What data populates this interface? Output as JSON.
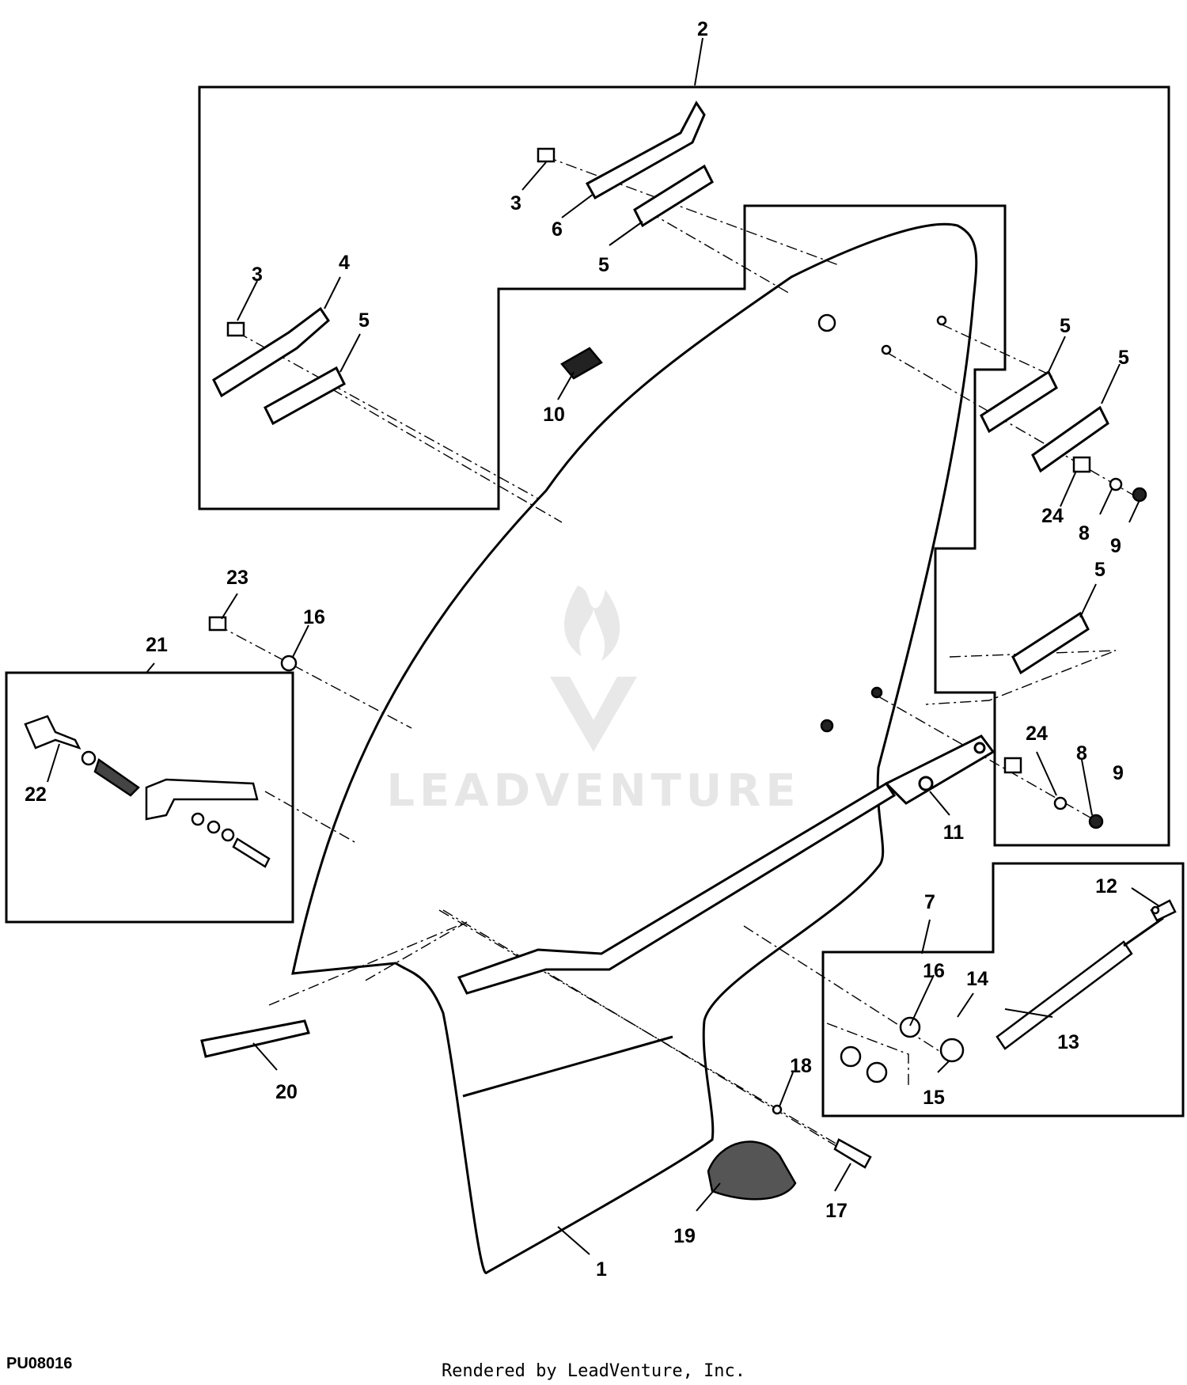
{
  "diagram": {
    "callouts": {
      "c1": "1",
      "c2": "2",
      "c3a": "3",
      "c3b": "3",
      "c4": "4",
      "c5a": "5",
      "c5b": "5",
      "c5c": "5",
      "c5d": "5",
      "c5e": "5",
      "c6": "6",
      "c7": "7",
      "c8a": "8",
      "c8b": "8",
      "c9a": "9",
      "c9b": "9",
      "c10": "10",
      "c11": "11",
      "c12": "12",
      "c13": "13",
      "c14": "14",
      "c15": "15",
      "c16a": "16",
      "c16b": "16",
      "c17": "17",
      "c18": "18",
      "c19": "19",
      "c20": "20",
      "c21": "21",
      "c22": "22",
      "c23": "23",
      "c24a": "24",
      "c24b": "24"
    }
  },
  "watermark": {
    "brand": "LEADVENTURE"
  },
  "footer": {
    "figure_id": "PU08016",
    "credit": "Rendered by LeadVenture, Inc."
  }
}
